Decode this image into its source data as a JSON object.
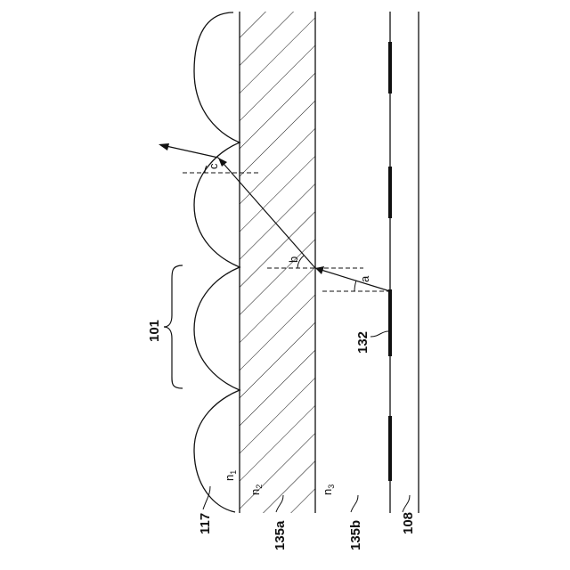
{
  "labels": {
    "l117": "117",
    "l135a": "135a",
    "l135b": "135b",
    "l108": "108",
    "l101": "101",
    "l132": "132"
  },
  "indices": {
    "n1": {
      "letter": "n",
      "sub": "1"
    },
    "n2": {
      "letter": "n",
      "sub": "2"
    },
    "n3": {
      "letter": "n",
      "sub": "3"
    }
  },
  "angles": {
    "a": "a",
    "b": "b",
    "c": "c"
  }
}
